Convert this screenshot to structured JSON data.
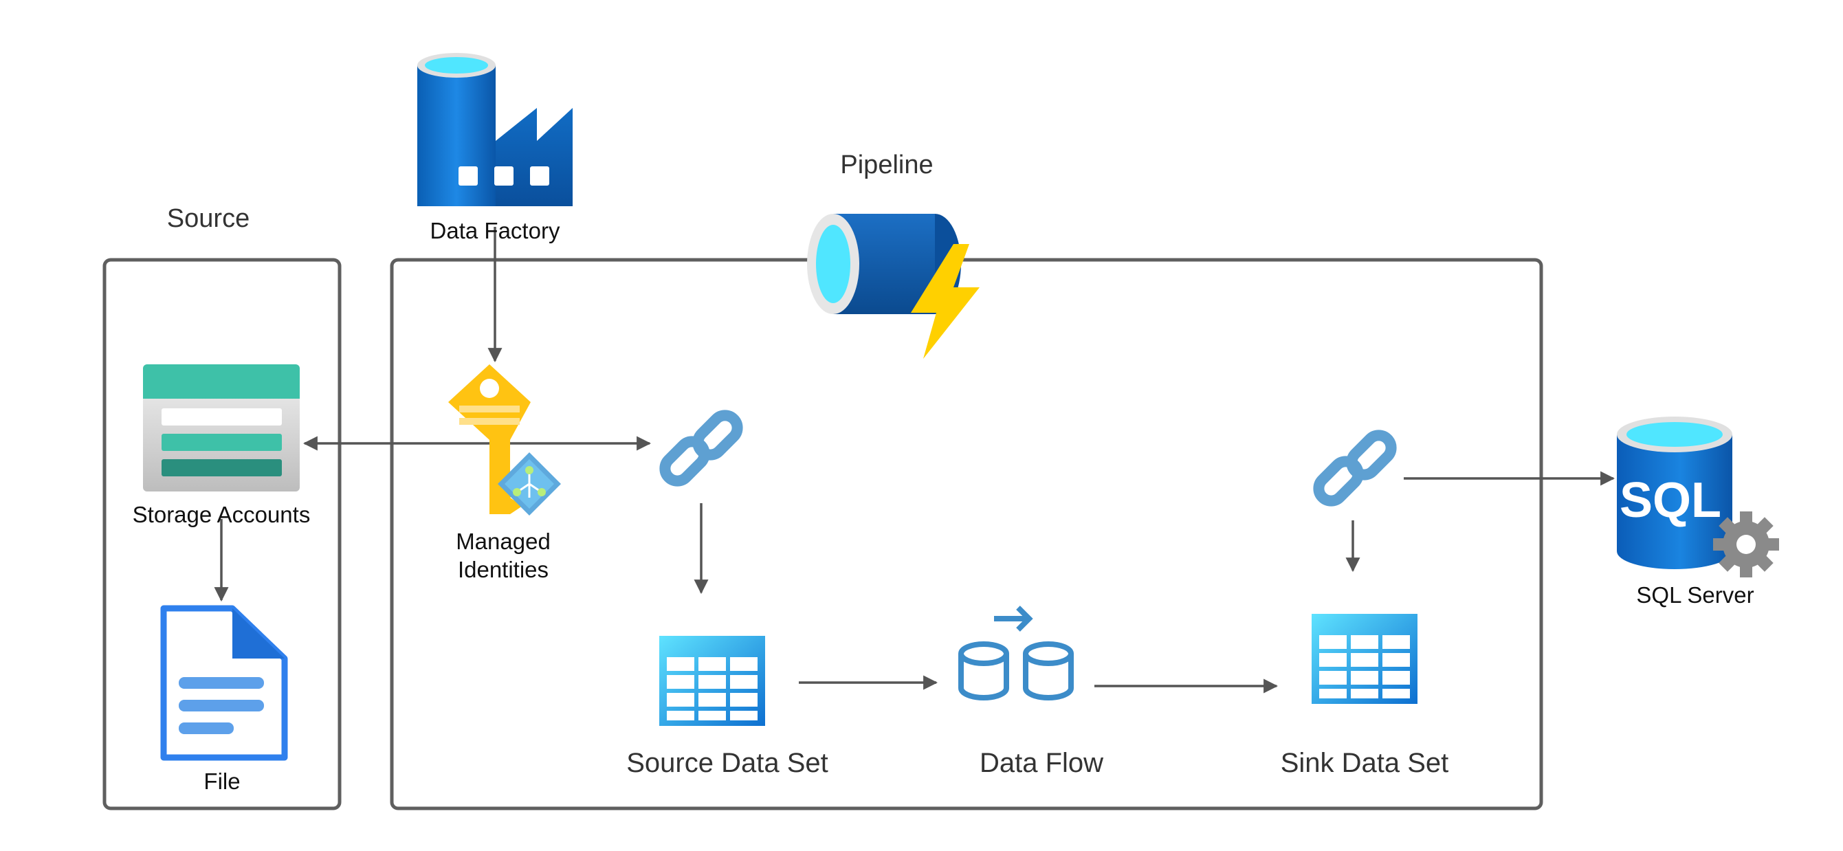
{
  "groups": {
    "source_label": "Source",
    "pipeline_label": "Pipeline"
  },
  "nodes": {
    "data_factory": "Data Factory",
    "storage_accounts": "Storage Accounts",
    "file": "File",
    "managed_identities_line1": "Managed",
    "managed_identities_line2": "Identities",
    "source_data_set": "Source Data Set",
    "data_flow": "Data Flow",
    "sink_data_set": "Sink Data Set",
    "sql_server": "SQL Server",
    "sql_icon_text": "SQL"
  },
  "icons": {
    "data_factory": "factory-icon",
    "pipeline": "pipeline-icon",
    "storage_accounts": "storage-accounts-icon",
    "file": "file-icon",
    "managed_identities": "key-icon",
    "linked_service": "link-icon",
    "dataset": "table-icon",
    "data_flow": "data-flow-icon",
    "sql_server": "sql-database-icon"
  },
  "colors": {
    "azure_blue": "#0078d4",
    "azure_light": "#50e6ff",
    "storage_teal": "#3ec1a8",
    "key_yellow": "#ffc312",
    "link_blue": "#5ea0d2",
    "lightning": "#ffd000",
    "frame": "#5f5f5f",
    "arrow": "#555555"
  }
}
